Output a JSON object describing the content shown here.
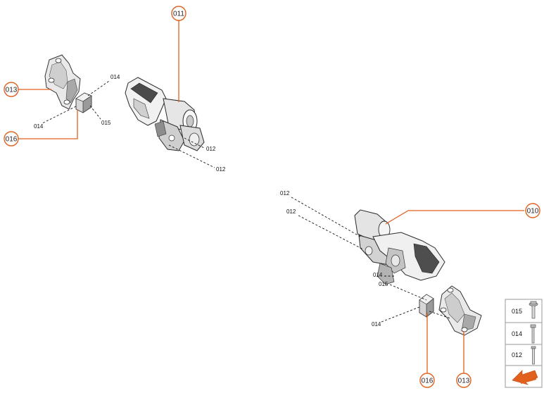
{
  "colors": {
    "accent": "#e2601e",
    "line": "#1a1a1a",
    "part_light": "#eeeeee",
    "part_mid": "#bdbdbd",
    "part_dark": "#5a5a5a"
  },
  "callouts": {
    "motor_left": "011",
    "motor_right": "010",
    "bracket_left": "013",
    "bracket_right": "013",
    "clip_left": "016",
    "clip_right": "016"
  },
  "labels": {
    "left_014_a": "014",
    "left_014_b": "014",
    "left_015": "015",
    "left_012_a": "012",
    "left_012_b": "012",
    "right_012_a": "012",
    "right_012_b": "012",
    "right_014_a": "014",
    "right_015": "015",
    "right_014_b": "014"
  },
  "legend": {
    "items": [
      {
        "code": "015",
        "icon": "flange-bolt-icon"
      },
      {
        "code": "014",
        "icon": "long-bolt-icon"
      },
      {
        "code": "012",
        "icon": "screw-icon"
      }
    ],
    "footer_icon": "orange-arrow-icon"
  }
}
